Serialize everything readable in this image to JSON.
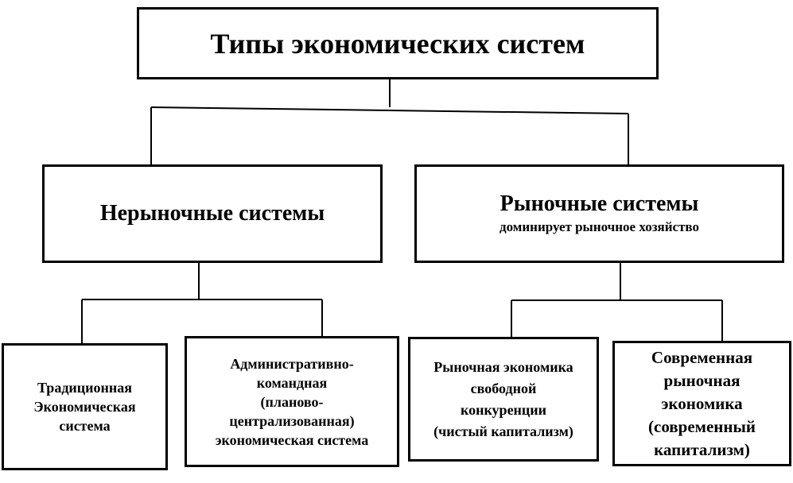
{
  "root": {
    "title": "Типы экономических систем"
  },
  "nonmarket": {
    "title": "Нерыночные системы"
  },
  "market": {
    "title": "Рыночные системы",
    "subtitle": "доминирует рыночное хозяйство"
  },
  "leaves": {
    "traditional": [
      "Традиционная",
      "Экономическая",
      "система"
    ],
    "administrative": [
      "Административно-",
      "командная",
      "(планово-",
      "централизованная)",
      "экономическая система"
    ],
    "free_market": [
      "Рыночная экономика",
      "свободной",
      "конкуренции",
      "(чистый капитализм)"
    ],
    "modern_market": [
      "Современная",
      "рыночная",
      "экономика",
      "(современный",
      "капитализм)"
    ]
  }
}
